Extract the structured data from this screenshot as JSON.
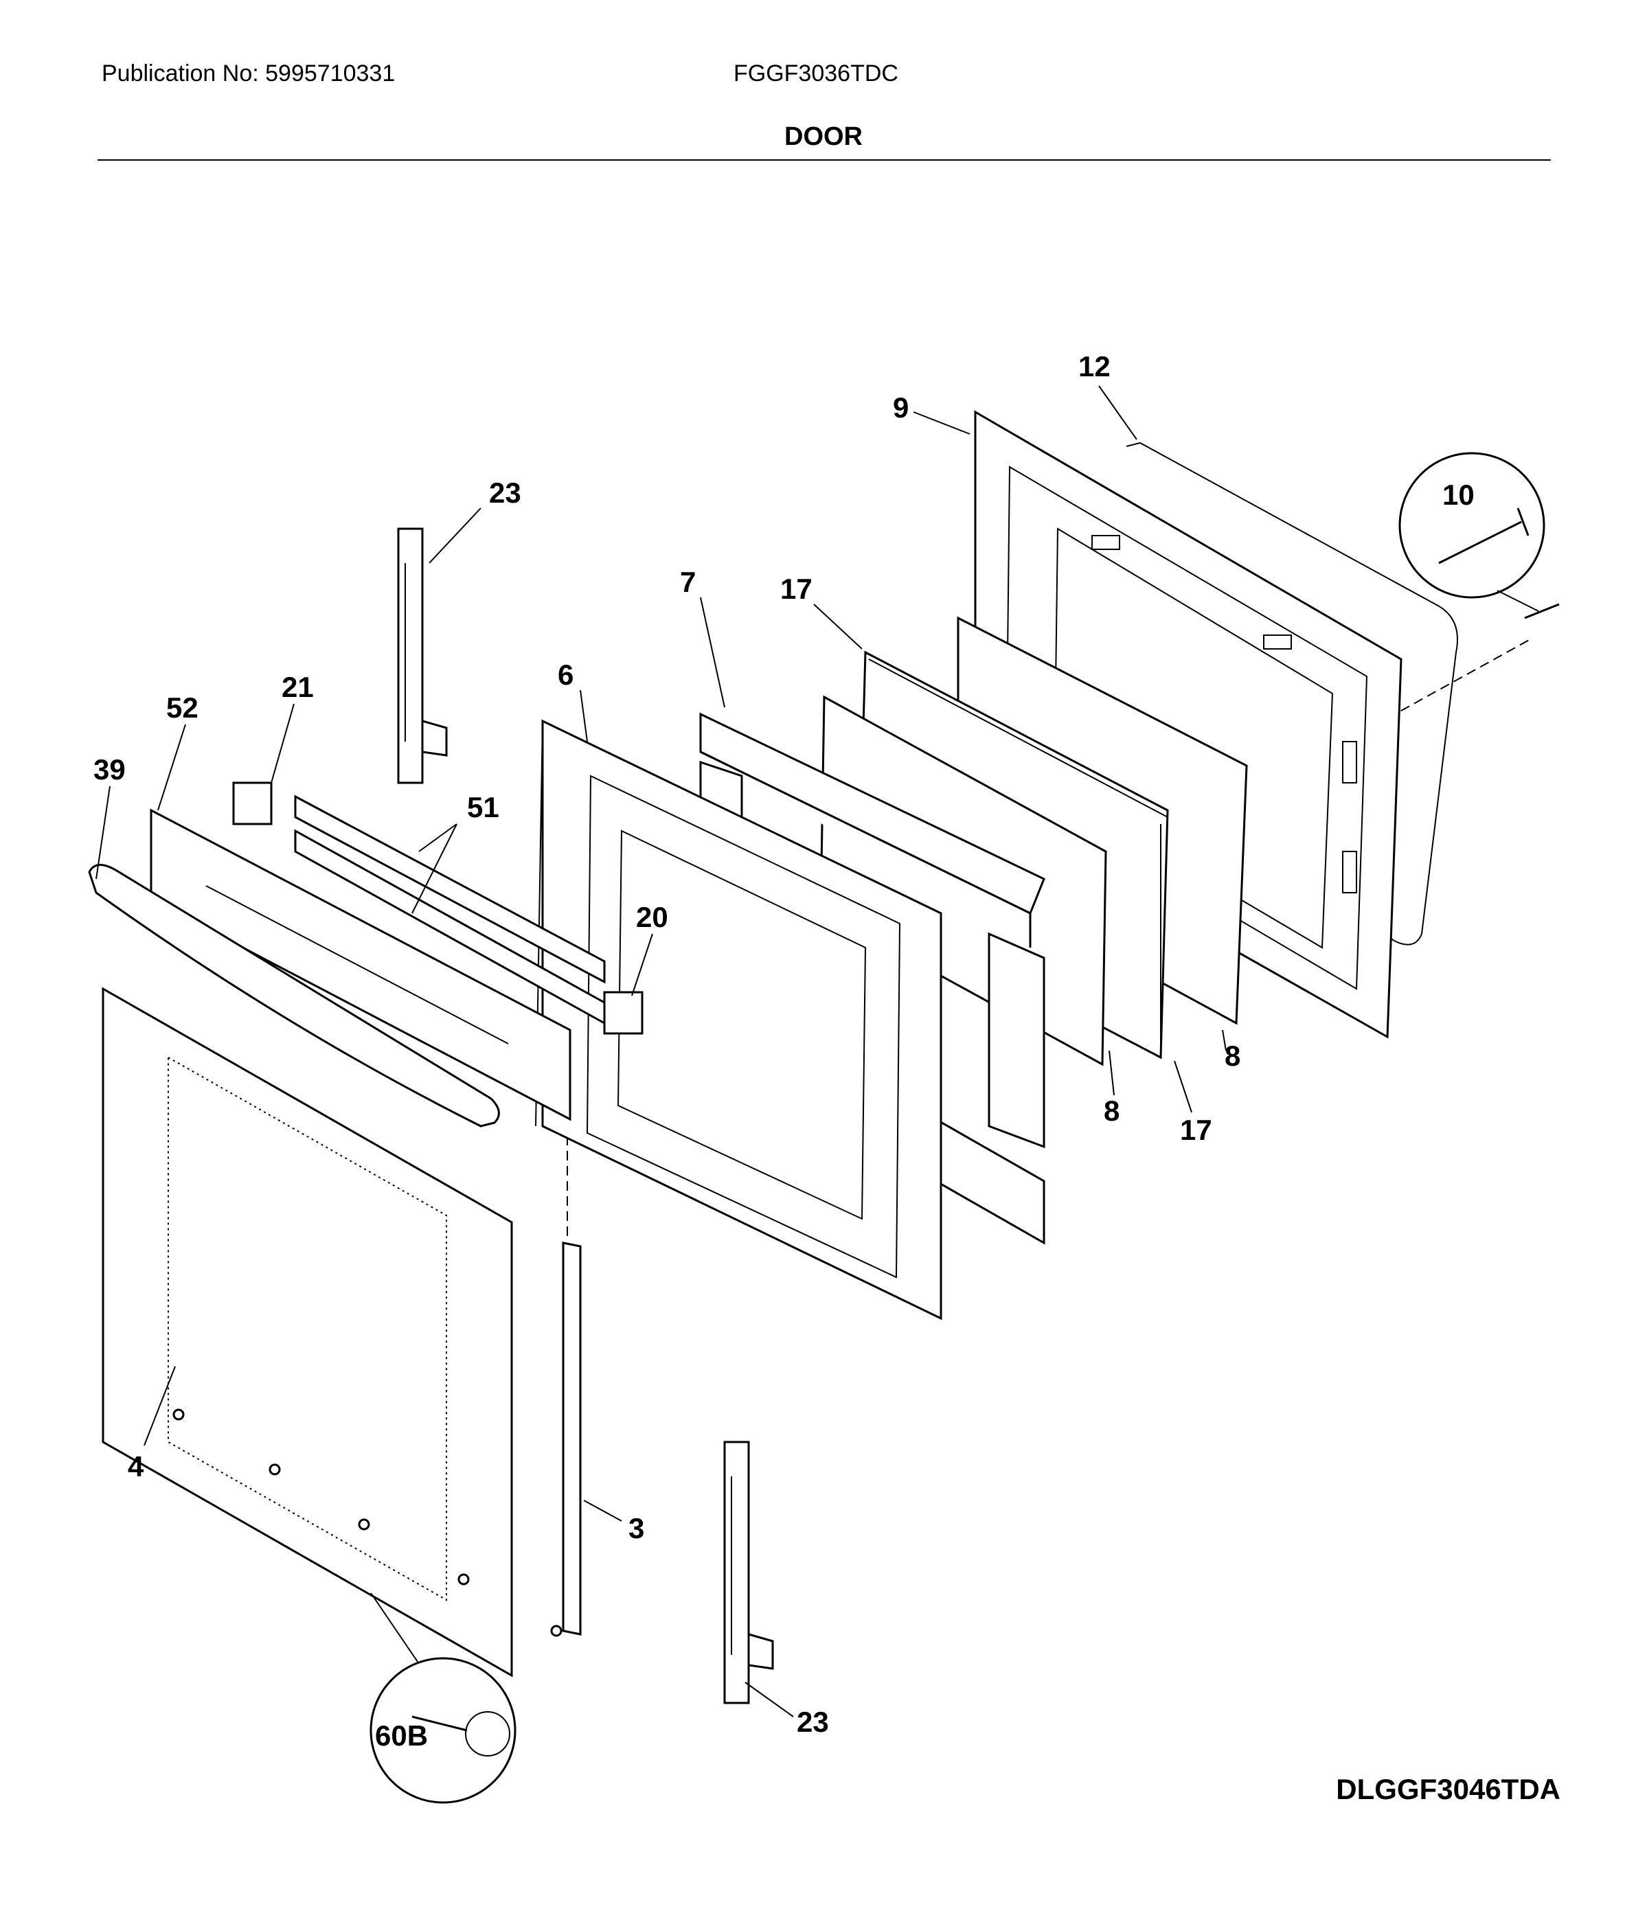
{
  "header": {
    "publication": "Publication No: 5995710331",
    "model": "FGGF3036TDC",
    "section_title": "DOOR"
  },
  "diagram_code": "DLGGF3046TDA",
  "part_labels": {
    "p3": "3",
    "p4": "4",
    "p6": "6",
    "p7": "7",
    "p8a": "8",
    "p8b": "8",
    "p9": "9",
    "p10": "10",
    "p12": "12",
    "p17a": "17",
    "p17b": "17",
    "p20": "20",
    "p21": "21",
    "p23a": "23",
    "p23b": "23",
    "p39": "39",
    "p51": "51",
    "p52": "52",
    "p60b": "60B"
  }
}
